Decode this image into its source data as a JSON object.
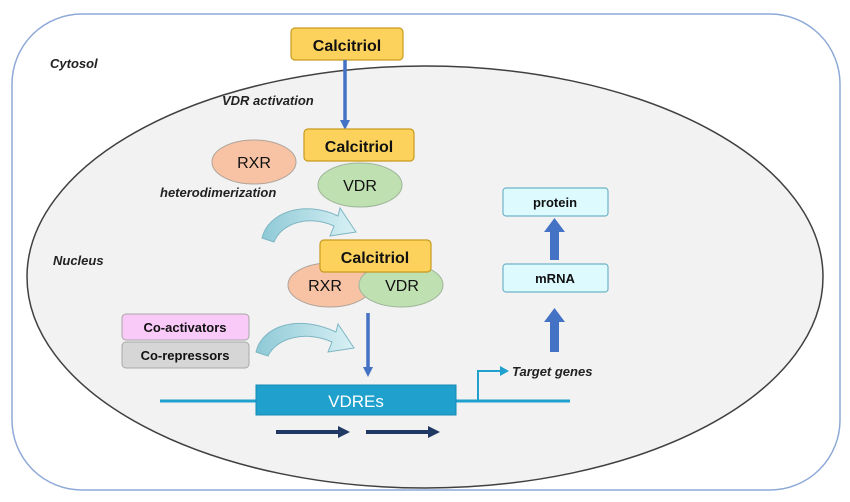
{
  "regions": {
    "cytosol_label": "Cytosol",
    "nucleus_label": "Nucleus"
  },
  "molecules": {
    "calcitriol_top": "Calcitriol",
    "calcitriol_mid": "Calcitriol",
    "calcitriol_complex": "Calcitriol",
    "rxr_free": "RXR",
    "vdr_free": "VDR",
    "rxr_complex": "RXR",
    "vdr_complex": "VDR"
  },
  "steps": {
    "activation": "VDR activation",
    "heterodimerization": "heterodimerization"
  },
  "cofactors": {
    "coactivators": "Co-activators",
    "corepressors": "Co-repressors"
  },
  "dna": {
    "element": "VDREs",
    "target_genes": "Target genes"
  },
  "products": {
    "mrna": "mRNA",
    "protein": "protein"
  },
  "colors": {
    "calcitriol_fill": "#fcd25c",
    "calcitriol_stroke": "#c99a1e",
    "rxr_fill": "#f7c3a4",
    "vdr_fill": "#bfe0b0",
    "coactivator_fill": "#f9c9f7",
    "corepressor_fill": "#d6d6d6",
    "arrow_blue": "#4472c4",
    "dna_blue": "#1fa0cd",
    "dark_arrow": "#1f3864",
    "product_fill": "#ddfbff",
    "product_stroke": "#6fb3c6"
  }
}
